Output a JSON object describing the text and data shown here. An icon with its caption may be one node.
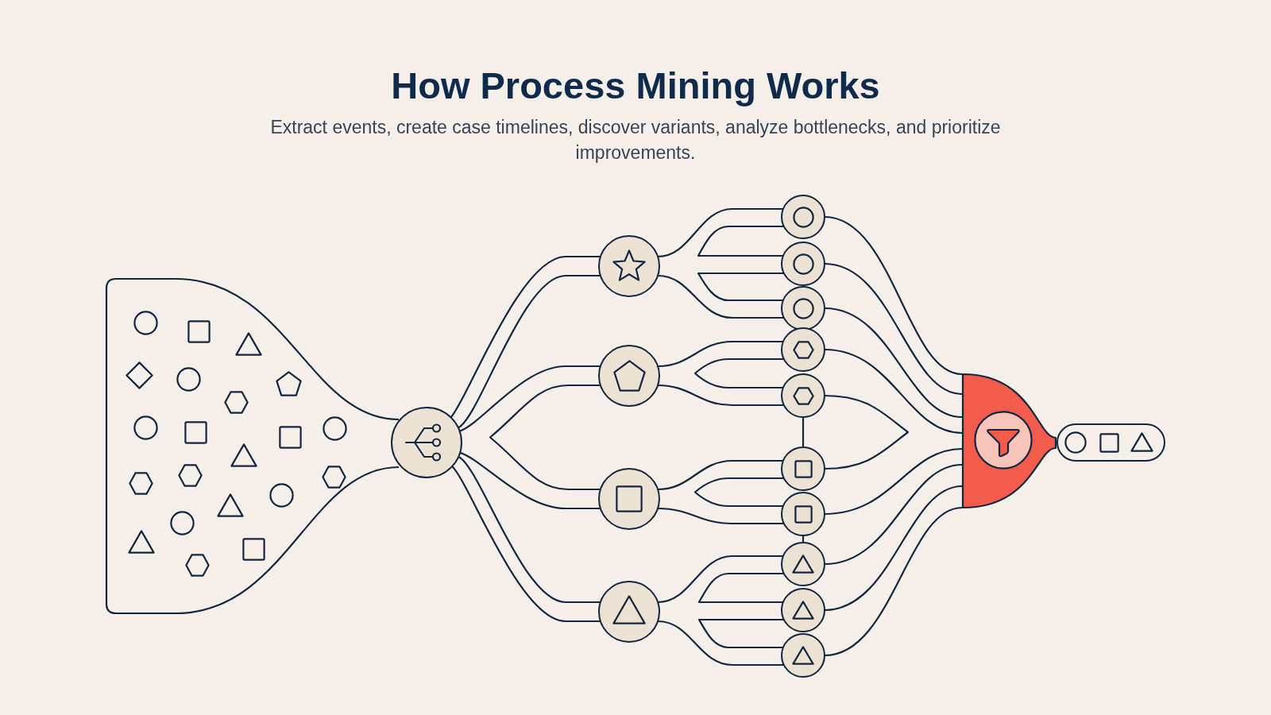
{
  "diagram": {
    "title": "How Process Mining Works",
    "caption": "Extract events, create case timelines, discover variants, analyze bottlenecks, and prioritize improvements.",
    "nodes": [
      {
        "text": [],
        "shape": "funnel"
      },
      {
        "text": [],
        "shape": "circle"
      },
      {
        "text": [],
        "shape": "circle"
      },
      {
        "text": [],
        "shape": "circle"
      },
      {
        "text": [],
        "shape": "circle"
      },
      {
        "text": [],
        "shape": "circle"
      },
      {
        "text": [],
        "shape": "circle"
      },
      {
        "text": [],
        "shape": "circle"
      },
      {
        "text": [],
        "shape": "circle"
      },
      {
        "text": [],
        "shape": "circle"
      },
      {
        "text": [],
        "shape": "circle"
      },
      {
        "text": [],
        "shape": "circle"
      },
      {
        "text": [],
        "shape": "circle"
      },
      {
        "text": [],
        "shape": "circle"
      },
      {
        "text": [],
        "shape": "circle"
      },
      {
        "text": [],
        "shape": "circle"
      },
      {
        "text": [],
        "shape": "funnel"
      },
      {
        "text": [],
        "shape": "pill"
      }
    ],
    "edges": [
      {
        "from": 1,
        "to": 2,
        "arrow": "none"
      },
      {
        "from": 1,
        "to": 2,
        "arrow": "none"
      },
      {
        "from": 1,
        "to": 3,
        "arrow": "none"
      },
      {
        "from": 3,
        "to": 4,
        "arrow": "none"
      },
      {
        "from": 1,
        "to": 4,
        "arrow": "none"
      },
      {
        "from": 1,
        "to": 5,
        "arrow": "none"
      },
      {
        "from": 1,
        "to": 5,
        "arrow": "none"
      },
      {
        "from": 2,
        "to": 6,
        "arrow": "none"
      },
      {
        "from": 6,
        "to": 7,
        "arrow": "none"
      },
      {
        "from": 7,
        "to": 8,
        "arrow": "none"
      },
      {
        "from": 2,
        "to": 8,
        "arrow": "none"
      },
      {
        "from": 3,
        "to": 9,
        "arrow": "none"
      },
      {
        "from": 9,
        "to": 10,
        "arrow": "none"
      },
      {
        "from": 3,
        "to": 10,
        "arrow": "none"
      },
      {
        "from": 4,
        "to": 11,
        "arrow": "none"
      },
      {
        "from": 11,
        "to": 12,
        "arrow": "none"
      },
      {
        "from": 4,
        "to": 12,
        "arrow": "none"
      },
      {
        "from": 5,
        "to": 13,
        "arrow": "none"
      },
      {
        "from": 13,
        "to": 14,
        "arrow": "none"
      },
      {
        "from": 14,
        "to": 15,
        "arrow": "none"
      },
      {
        "from": 5,
        "to": 15,
        "arrow": "none"
      },
      {
        "from": 6,
        "to": 16,
        "arrow": "none"
      },
      {
        "from": 7,
        "to": 16,
        "arrow": "none"
      },
      {
        "from": 8,
        "to": 16,
        "arrow": "none"
      },
      {
        "from": 9,
        "to": 16,
        "arrow": "none"
      },
      {
        "from": 10,
        "to": 11,
        "arrow": "none"
      },
      {
        "from": 12,
        "to": 16,
        "arrow": "none"
      },
      {
        "from": 13,
        "to": 16,
        "arrow": "none"
      },
      {
        "from": 14,
        "to": 16,
        "arrow": "none"
      },
      {
        "from": 15,
        "to": 16,
        "arrow": "none"
      },
      {
        "from": 10,
        "to": 11,
        "arrow": "none"
      },
      {
        "from": 12,
        "to": 13,
        "arrow": "none"
      }
    ]
  }
}
